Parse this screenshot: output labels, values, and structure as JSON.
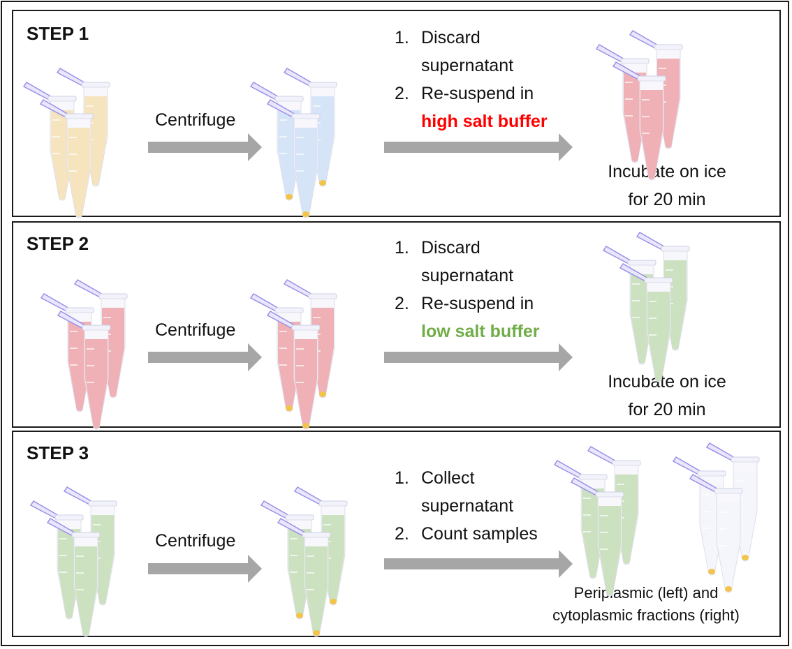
{
  "colors": {
    "yellow": "#f5d58a",
    "blue": "#bcd6f2",
    "red": "#e9797a",
    "green": "#a9d08e",
    "white": "#f4f5fb",
    "pellet": "#f2c44a",
    "cap": "#9a8fe8",
    "arrow": "#a6a6a6",
    "high_salt": "#ff0000",
    "low_salt": "#70ad47"
  },
  "steps": [
    {
      "title": "STEP 1",
      "centrifuge_label": "Centrifuge",
      "instructions": [
        {
          "num": "1.",
          "lines": [
            "Discard",
            "supernatant"
          ]
        },
        {
          "num": "2.",
          "lines": [
            "Re-suspend in"
          ]
        }
      ],
      "buffer": {
        "text": "high salt buffer",
        "color": "high_salt"
      },
      "caption": [
        "Incubate on ice",
        "for 20 min"
      ]
    },
    {
      "title": "STEP 2",
      "centrifuge_label": "Centrifuge",
      "instructions": [
        {
          "num": "1.",
          "lines": [
            "Discard",
            "supernatant"
          ]
        },
        {
          "num": "2.",
          "lines": [
            "Re-suspend in"
          ]
        }
      ],
      "buffer": {
        "text": "low salt buffer",
        "color": "low_salt"
      },
      "caption": [
        "Incubate on ice",
        "for 20 min"
      ]
    },
    {
      "title": "STEP 3",
      "centrifuge_label": "Centrifuge",
      "instructions": [
        {
          "num": "1.",
          "lines": [
            "Collect",
            "supernatant"
          ]
        },
        {
          "num": "2.",
          "lines": [
            "Count samples"
          ]
        }
      ],
      "caption": [
        "Periplasmic (left) and",
        "cytoplasmic fractions (right)"
      ]
    }
  ],
  "tube_groups": [
    {
      "step": 1,
      "position": "start",
      "liquid": "yellow",
      "pellet": false
    },
    {
      "step": 1,
      "position": "after-centrifuge",
      "liquid": "blue",
      "pellet": true
    },
    {
      "step": 1,
      "position": "end",
      "liquid": "red",
      "pellet": false
    },
    {
      "step": 2,
      "position": "start",
      "liquid": "red",
      "pellet": false
    },
    {
      "step": 2,
      "position": "after-centrifuge",
      "liquid": "red",
      "pellet": true
    },
    {
      "step": 2,
      "position": "end",
      "liquid": "green",
      "pellet": false
    },
    {
      "step": 3,
      "position": "start",
      "liquid": "green",
      "pellet": false
    },
    {
      "step": 3,
      "position": "after-centrifuge",
      "liquid": "green",
      "pellet": true
    },
    {
      "step": 3,
      "position": "end-left",
      "liquid": "green",
      "pellet": false
    },
    {
      "step": 3,
      "position": "end-right",
      "liquid": "white",
      "pellet": true
    }
  ]
}
